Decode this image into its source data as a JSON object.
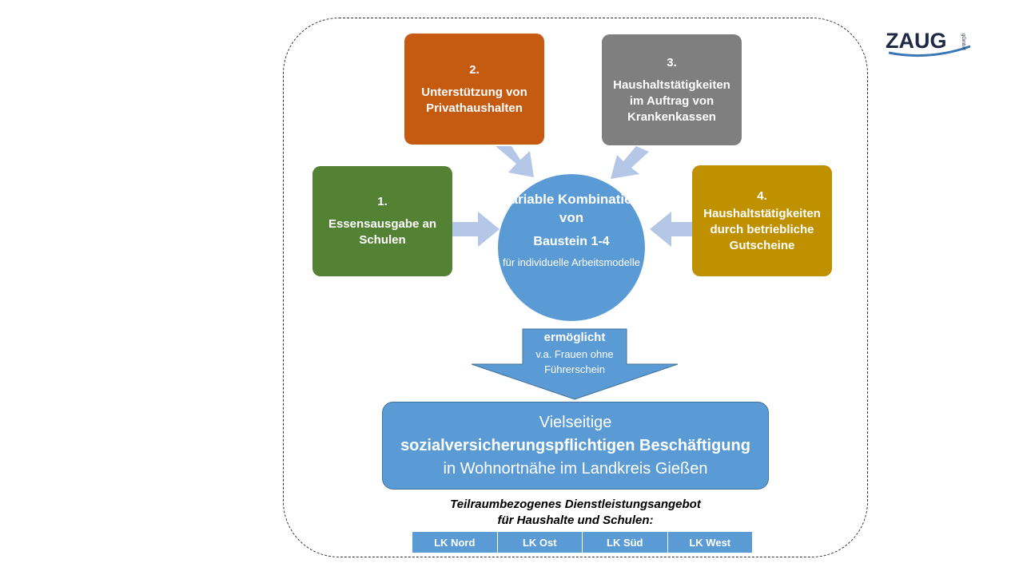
{
  "boxes": [
    {
      "num": "1.",
      "label": "Essensausgabe an Schulen",
      "color": "#548235"
    },
    {
      "num": "2.",
      "label": "Unterstützung von Privathaushalten",
      "color": "#C55A11"
    },
    {
      "num": "3.",
      "label": "Haushaltstätigkeiten im Auftrag von Krankenkassen",
      "color": "#7F7F7F"
    },
    {
      "num": "4.",
      "label": "Haushaltstätigkeiten durch betriebliche Gutscheine",
      "color": "#BF9000"
    }
  ],
  "center": {
    "line1": "Variable Kombination von",
    "line2": "Baustein  1-4",
    "line3": "für individuelle Arbeitsmodelle"
  },
  "arrow": {
    "title": "ermöglicht",
    "subtitle": "v.a. Frauen ohne Führerschein"
  },
  "result": {
    "line1": "Vielseitige",
    "line2": "sozialversicherungspflichtigen Beschäftigung",
    "line3": "in Wohnortnähe im Landkreis Gießen"
  },
  "caption": {
    "line1": "Teilraumbezogenes Dienstleistungsangebot",
    "line2": "für Haushalte und Schulen:"
  },
  "regions": [
    "LK Nord",
    "LK Ost",
    "LK Süd",
    "LK West"
  ],
  "logo": {
    "text": "ZAUG",
    "suffix": "gGmbH"
  },
  "colors": {
    "accent": "#5B9BD5",
    "arrow_light": "#B4C7E7"
  }
}
